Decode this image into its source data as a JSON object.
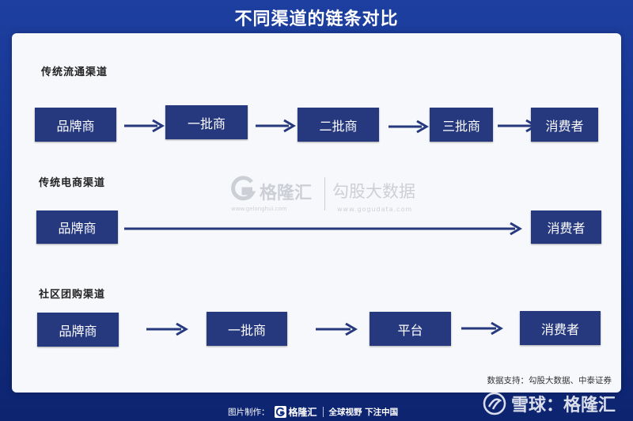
{
  "title": "不同渠道的链条对比",
  "sections": [
    {
      "heading": "传统流通渠道",
      "nodes": [
        "品牌商",
        "一批商",
        "二批商",
        "三批商",
        "消费者"
      ]
    },
    {
      "heading": "传统电商渠道",
      "nodes": [
        "品牌商",
        "消费者"
      ]
    },
    {
      "heading": "社区团购渠道",
      "nodes": [
        "品牌商",
        "一批商",
        "平台",
        "消费者"
      ]
    }
  ],
  "watermark": {
    "brand": "格隆汇",
    "brand_url": "www.gelonghui.com",
    "name": "勾股大数据",
    "url": "www.gogudata.com"
  },
  "source": "数据支持：勾股大数据、中泰证券",
  "footer": {
    "credit": "图片制作：",
    "brand": "格隆汇",
    "slogan": "全球视野 下注中国"
  },
  "xueqiu_watermark": "雪球：格隆汇",
  "colors": {
    "background": "#1d3fa0",
    "node_fill": "#26397f",
    "arrow": "#26397f",
    "panel": "#f7f8fb"
  }
}
